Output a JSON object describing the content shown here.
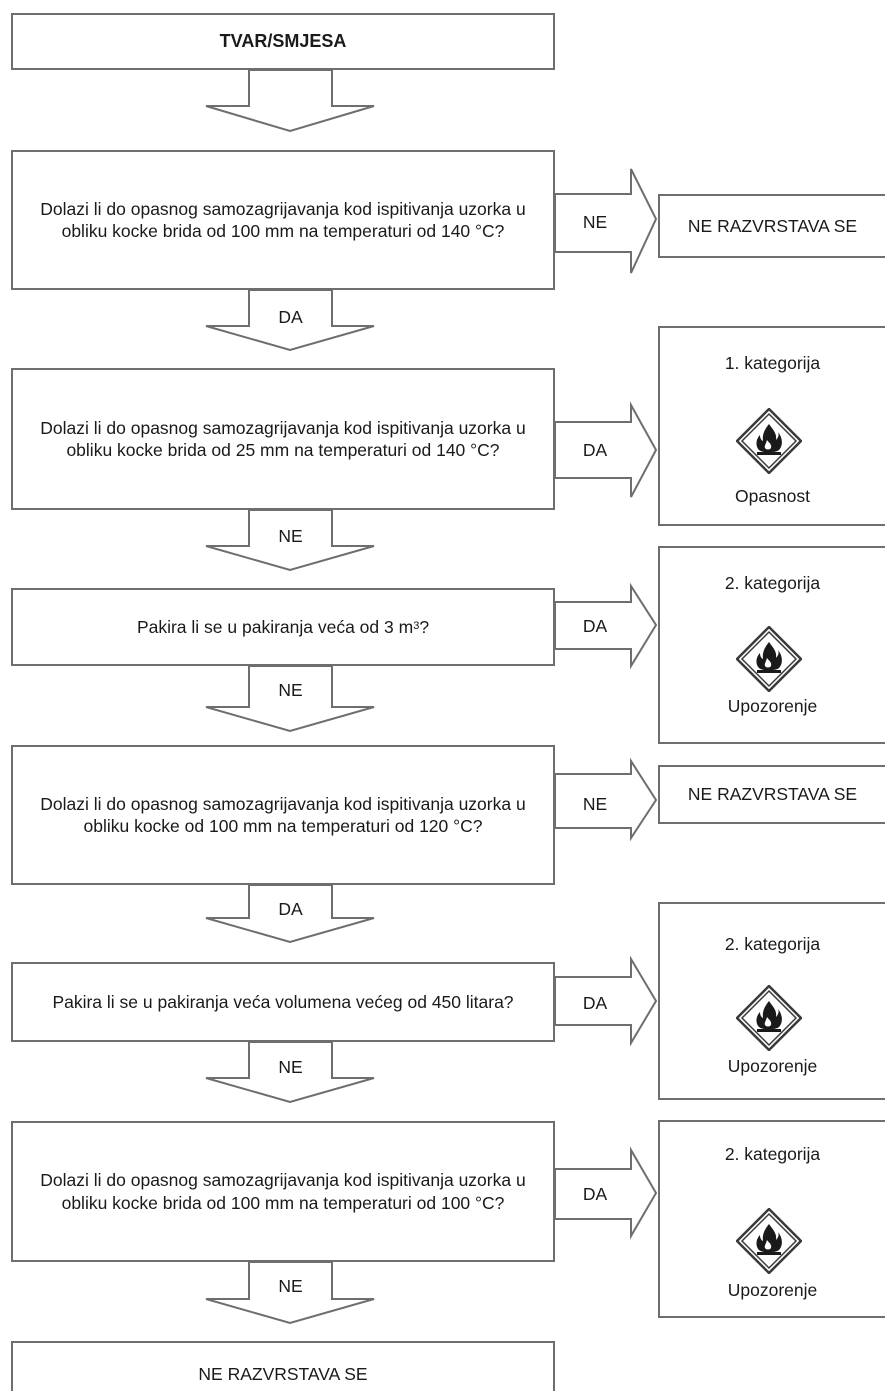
{
  "flowchart": {
    "start": "TVAR/SMJESA",
    "questions": [
      "Dolazi li do opasnog samozagrijavanja kod ispitivanja uzorka u obliku kocke brida od 100 mm na temperaturi od 140 °C?",
      "Dolazi li do opasnog samozagrijavanja kod ispitivanja uzorka u obliku kocke brida od 25 mm na temperaturi od 140 °C?",
      "Pakira li se u pakiranja veća od 3 m",
      "Dolazi li do opasnog samozagrijavanja kod ispitivanja uzorka u obliku kocke od 100 mm na temperaturi od 120 °C?",
      "Pakira li se u pakiranja veća volumena većeg od 450 litara?",
      "Dolazi li do opasnog samozagrijavanja kod ispitivanja uzorka u obliku kocke brida od 100 mm na temperaturi od 100 °C?"
    ],
    "q3_superscript": "3",
    "q3_suffix": "?",
    "final": "NE RAZVRSTAVA SE",
    "labels": {
      "yes": "DA",
      "no": "NE"
    },
    "results": {
      "not_classified": "NE RAZVRSTAVA SE",
      "cat1": {
        "category": "1. kategorija",
        "signal": "Opasnost"
      },
      "cat2_a": {
        "category": "2. kategorija",
        "signal": "Upozorenje"
      },
      "cat2_b": {
        "category": "2. kategorija",
        "signal": "Upozorenje"
      },
      "cat2_c": {
        "category": "2. kategorija",
        "signal": "Upozorenje"
      }
    },
    "pictogram_icon": "flame-pictogram-icon"
  }
}
